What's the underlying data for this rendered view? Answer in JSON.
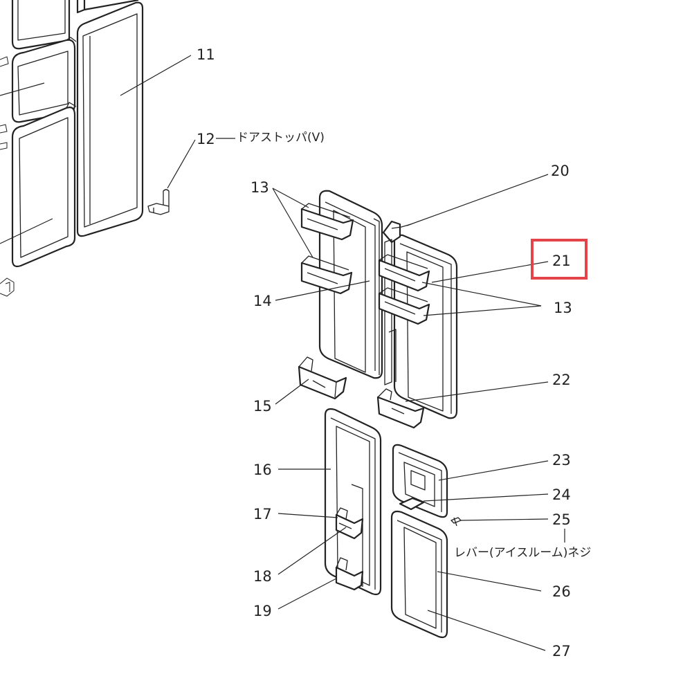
{
  "labels": {
    "l11": "11",
    "l12": "12",
    "l13a": "13",
    "l13b": "13",
    "l14": "14",
    "l15": "15",
    "l16": "16",
    "l17": "17",
    "l18": "18",
    "l19": "19",
    "l20": "20",
    "l21": "21",
    "l22": "22",
    "l23": "23",
    "l24": "24",
    "l25": "25",
    "l26": "26",
    "l27": "27"
  },
  "notes": {
    "door_stopper": "ドアストッパ(V)",
    "lever_screw": "レバー(アイスルーム)ネジ"
  },
  "highlight": {
    "part": "21",
    "color": "#e5434a"
  }
}
